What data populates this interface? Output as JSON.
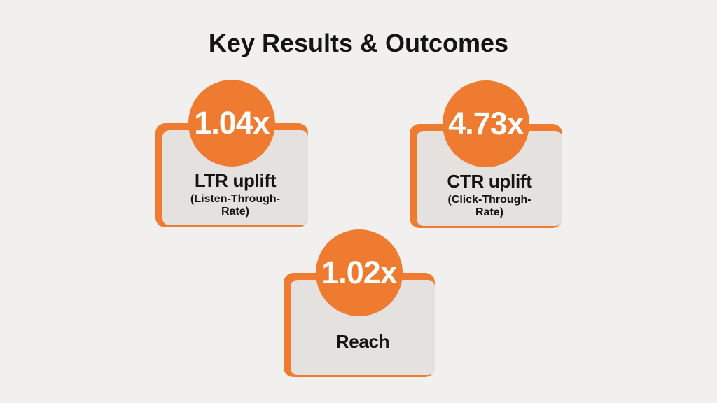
{
  "title": "Key Results & Outcomes",
  "colors": {
    "background": "#f1f0ee",
    "card_fill": "#e5e1de",
    "accent": "#ee7b2f",
    "text": "#141414",
    "value_text": "#ffffff"
  },
  "cards": [
    {
      "value": "1.04x",
      "label": "LTR uplift",
      "sublabel": "(Listen-Through-Rate)"
    },
    {
      "value": "4.73x",
      "label": "CTR uplift",
      "sublabel": "(Click-Through-Rate)"
    },
    {
      "value": "1.02x",
      "label": "Reach",
      "sublabel": ""
    }
  ],
  "chart_data": {
    "type": "table",
    "title": "Key Results & Outcomes",
    "categories": [
      "LTR uplift (Listen-Through-Rate)",
      "CTR uplift (Click-Through-Rate)",
      "Reach"
    ],
    "values": [
      1.04,
      4.73,
      1.02
    ],
    "value_labels": [
      "1.04x",
      "4.73x",
      "1.02x"
    ],
    "layout": "three stat cards: two on top row, one centered below"
  }
}
